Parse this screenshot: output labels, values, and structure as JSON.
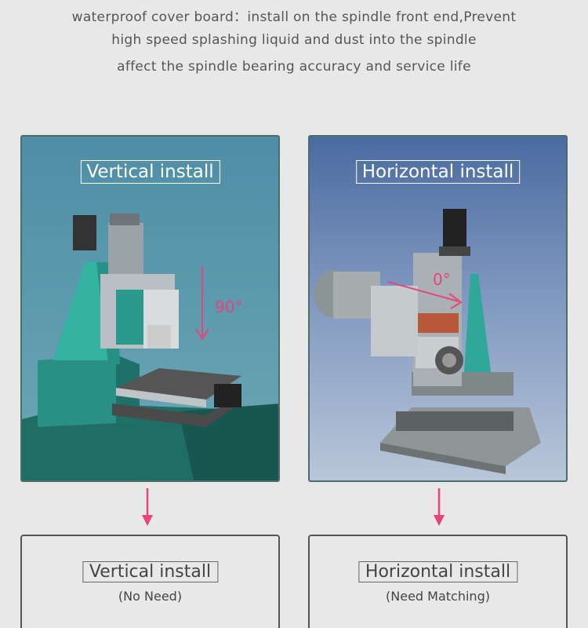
{
  "intro": {
    "line1": "waterproof cover board：install on the  spindle front end,Prevent",
    "line2": "high speed splashing liquid and dust into the spindle",
    "line3": "affect the spindle bearing accuracy and service life"
  },
  "panels": {
    "vertical": {
      "title": "Vertical install",
      "angle": "90°"
    },
    "horizontal": {
      "title": "Horizontal install",
      "angle": "0°"
    }
  },
  "results": {
    "vertical": {
      "title": "Vertical install",
      "note": "(No Need)"
    },
    "horizontal": {
      "title": "Horizontal install",
      "note": "(Need Matching)"
    }
  },
  "colors": {
    "accent": "#e8437a",
    "teal_machine": "#2fa89a",
    "border": "#4d6d6d"
  }
}
